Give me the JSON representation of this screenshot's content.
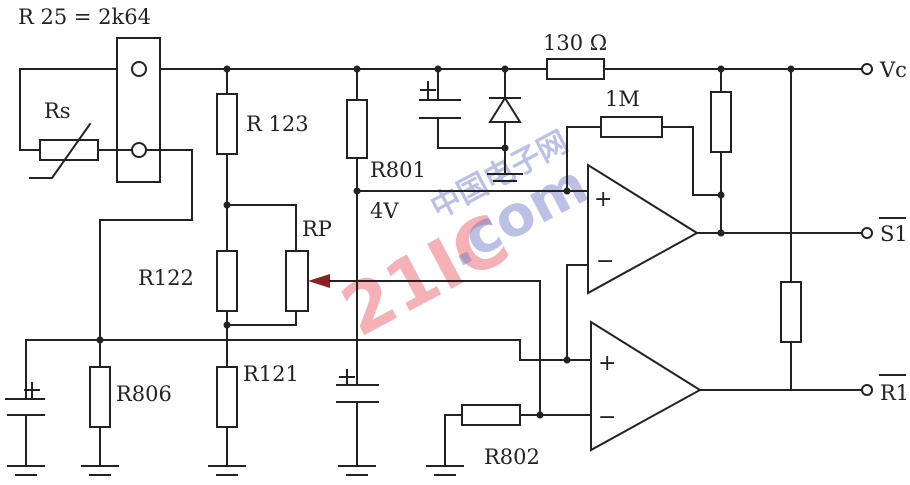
{
  "diagram": {
    "title": "Temperature sensing comparator circuit",
    "labels": {
      "r25": "R 25 = 2k64",
      "rs": "Rs",
      "r123": "R 123",
      "r801": "R801",
      "v4": "4V",
      "r130": "130 Ω",
      "r1m": "1M",
      "vc": "Vc",
      "s1": "S1",
      "r1": "R1",
      "rp": "RP",
      "r122": "R122",
      "r121": "R121",
      "r806": "R806",
      "r802": "R802",
      "plus": "+",
      "minus": "−"
    },
    "watermark": {
      "brand": "21IC",
      "domain": ".com",
      "cn": "中国电子网"
    }
  }
}
